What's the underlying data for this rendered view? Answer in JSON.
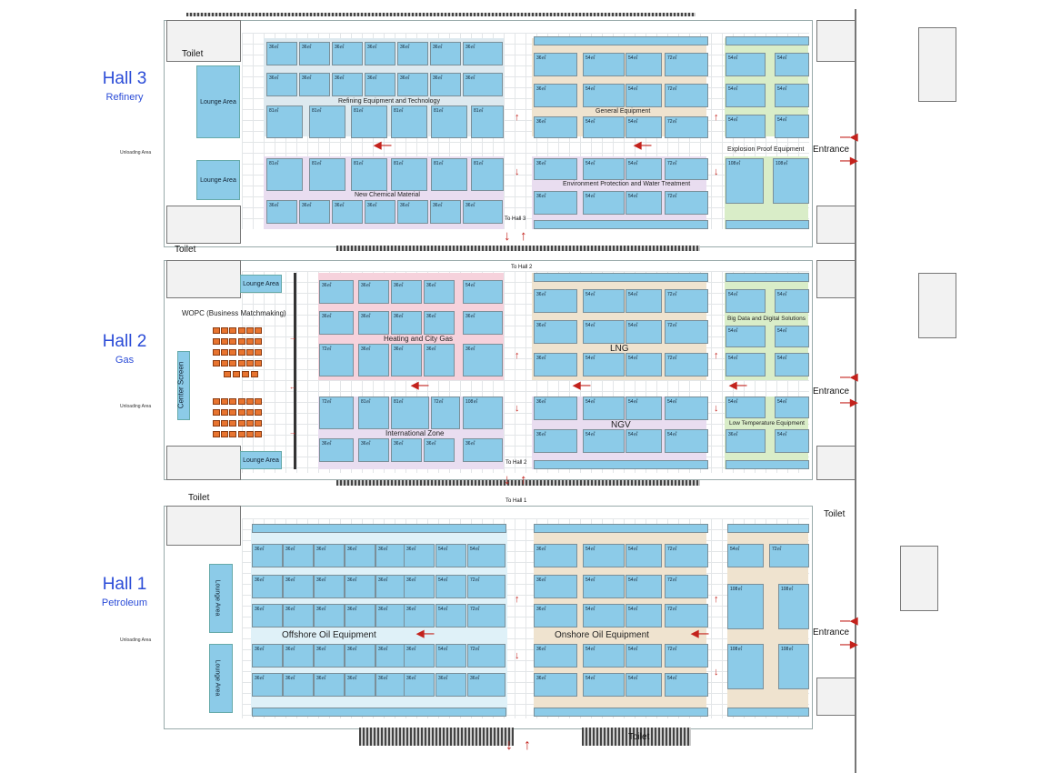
{
  "halls": [
    {
      "title": "Hall 3",
      "subtitle": "Refinery"
    },
    {
      "title": "Hall 2",
      "subtitle": "Gas"
    },
    {
      "title": "Hall 1",
      "subtitle": "Petroleum"
    }
  ],
  "labels": {
    "unloading": "Unloading Area",
    "lounge": "Lounge Area",
    "toilet": "Toilet",
    "entrance": "Entrance",
    "to_hall_3": "To Hall 3",
    "to_hall_2": "To Hall 2",
    "to_hall_1": "To Hall 1",
    "wopc": "WOPC (Business Matchmaking)",
    "center_screen": "Center Screen"
  },
  "zones": {
    "hall3": {
      "refining": "Refining Equipment and Technology",
      "general": "General Equipment",
      "explosion": "Explosion Proof Equipment",
      "chemical": "New Chemical Material",
      "environment": "Environment Protection and Water Treatment"
    },
    "hall2": {
      "heating": "Heating and City Gas",
      "lng": "LNG",
      "bigdata": "Big Data and Digital Solutions",
      "international": "International Zone",
      "ngv": "NGV",
      "lowtemp": "Low Temperature Equipment"
    },
    "hall1": {
      "offshore": "Offshore Oil Equipment",
      "onshore": "Onshore Oil Equipment"
    }
  },
  "booth_sizes": {
    "s36": "36㎡",
    "s54": "54㎡",
    "s72": "72㎡",
    "s81": "81㎡",
    "s108": "108㎡"
  },
  "colors": {
    "booth": "#8ccbe8",
    "hall_title": "#2a4bd7",
    "arrow": "#c3221c",
    "refining_band": "#dde9ef",
    "general_band": "#efe3cf",
    "explosion_band": "#d9edc8",
    "chemical_band": "#e9ddf0",
    "environment_band": "#e9ddf0",
    "heating_band": "#f6d2dc",
    "lng_band": "#efe3cf",
    "bigdata_band": "#d9edc8",
    "offshore_band": "#dff1f8",
    "onshore_band": "#efe3cf"
  }
}
